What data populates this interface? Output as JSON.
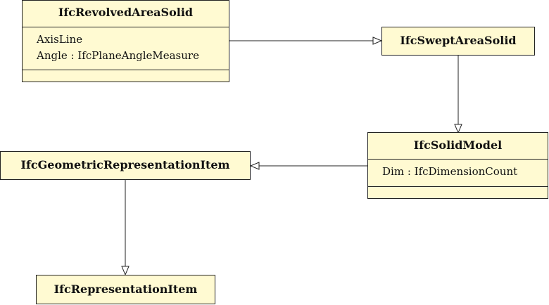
{
  "classes": {
    "revolved": {
      "name": "IfcRevolvedAreaSolid",
      "attributes": [
        "AxisLine",
        "Angle : IfcPlaneAngleMeasure"
      ]
    },
    "swept": {
      "name": "IfcSweptAreaSolid"
    },
    "solid": {
      "name": "IfcSolidModel",
      "attributes": [
        "Dim : IfcDimensionCount"
      ]
    },
    "geometric": {
      "name": "IfcGeometricRepresentationItem"
    },
    "representation": {
      "name": "IfcRepresentationItem"
    }
  },
  "relations": [
    {
      "from": "IfcRevolvedAreaSolid",
      "to": "IfcSweptAreaSolid",
      "type": "generalization"
    },
    {
      "from": "IfcSweptAreaSolid",
      "to": "IfcSolidModel",
      "type": "generalization"
    },
    {
      "from": "IfcSolidModel",
      "to": "IfcGeometricRepresentationItem",
      "type": "generalization"
    },
    {
      "from": "IfcGeometricRepresentationItem",
      "to": "IfcRepresentationItem",
      "type": "generalization"
    }
  ],
  "colors": {
    "class_fill": "#fffad2",
    "stroke": "#222222"
  }
}
